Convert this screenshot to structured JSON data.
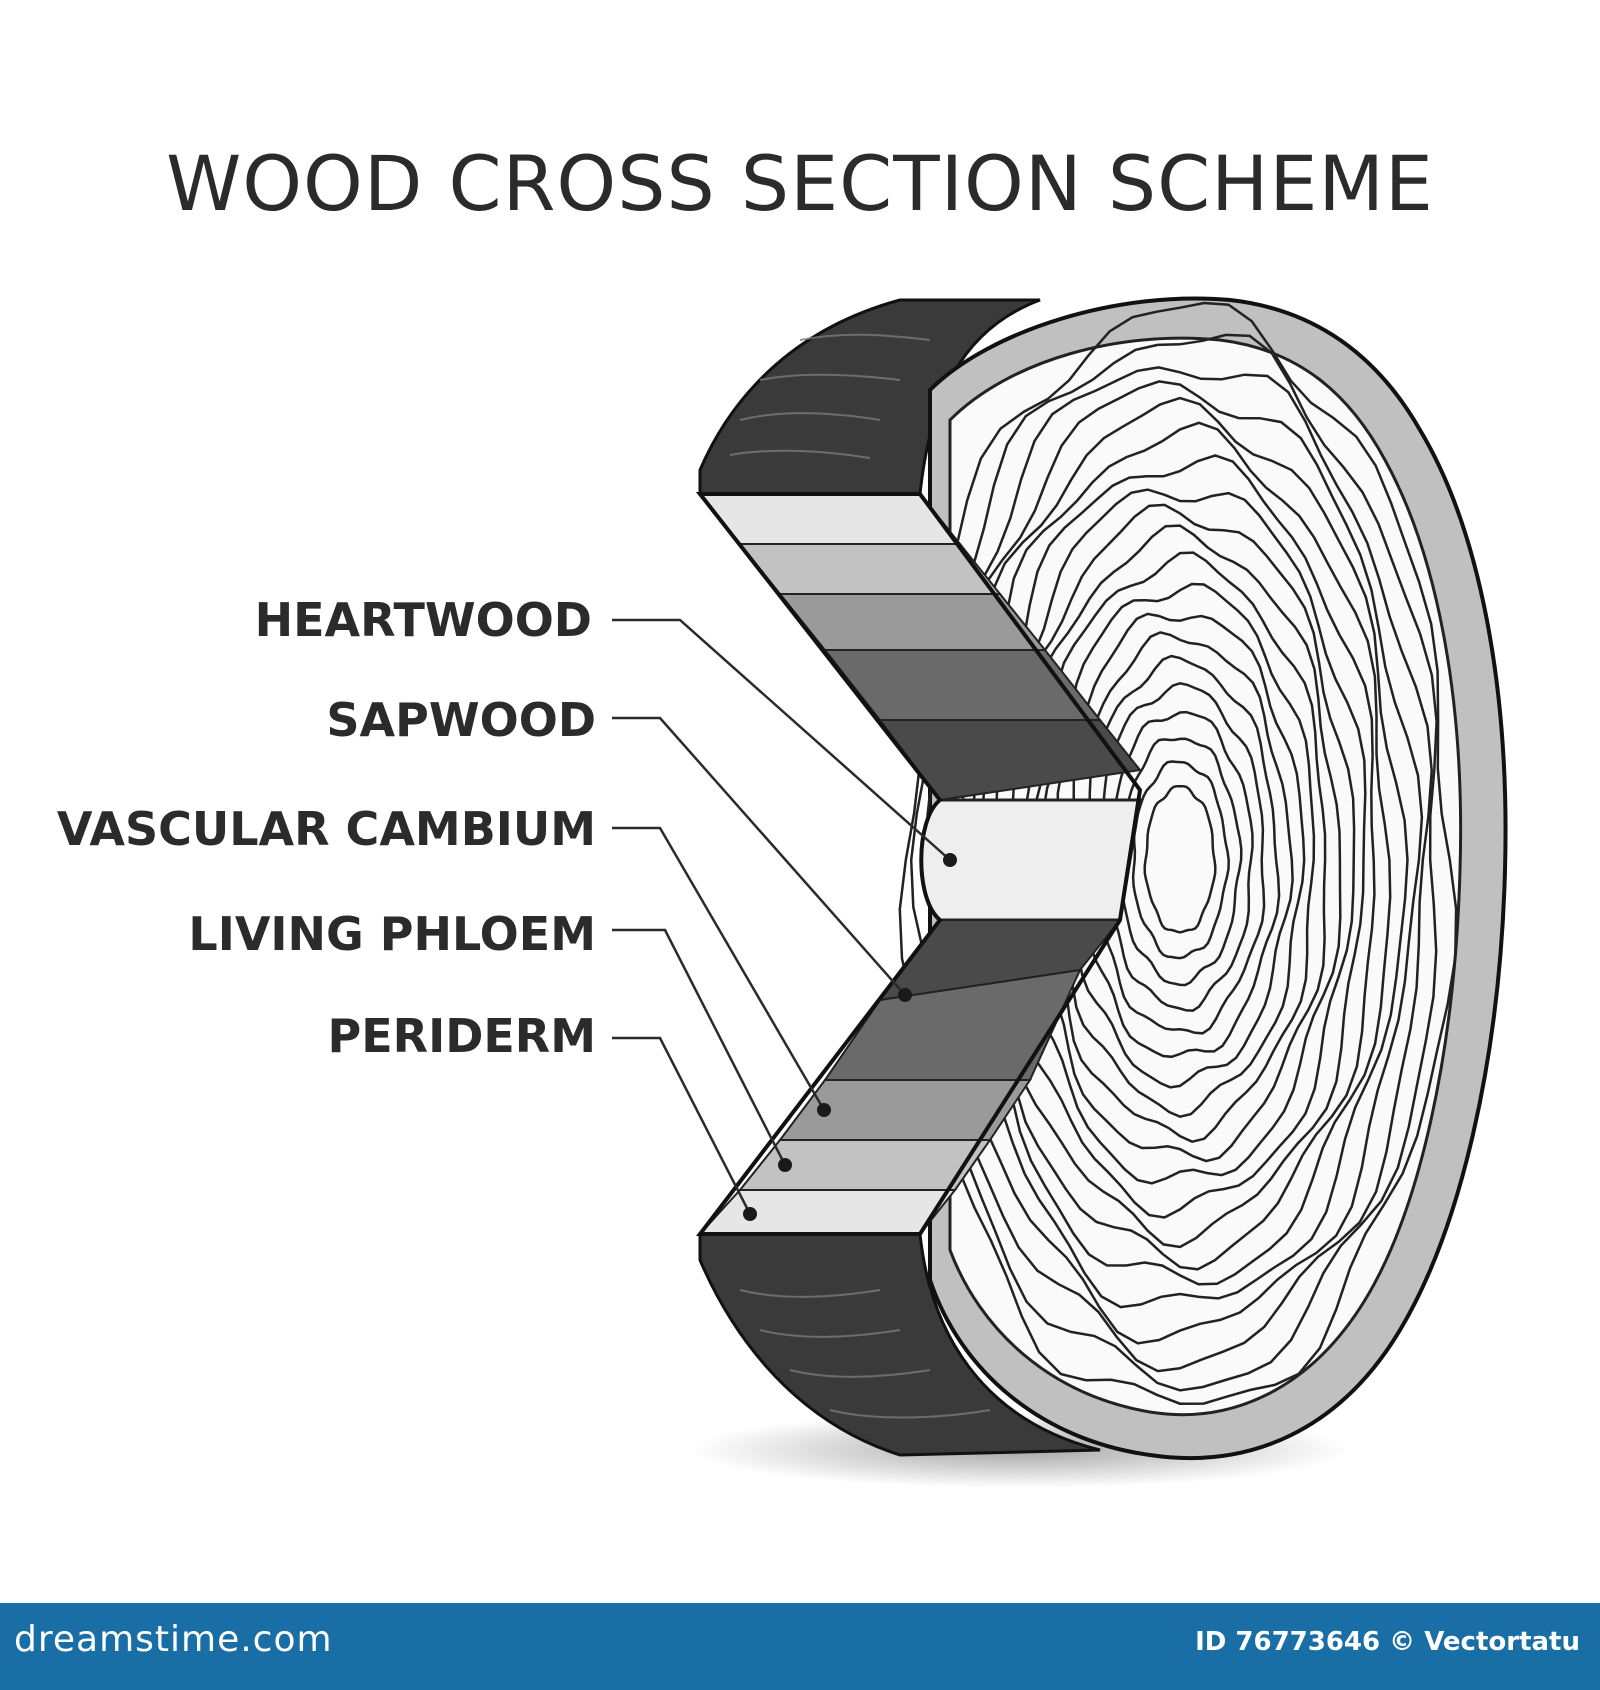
{
  "title": "WOOD CROSS SECTION SCHEME",
  "labels": [
    {
      "id": "heartwood",
      "text": "HEARTWOOD"
    },
    {
      "id": "sapwood",
      "text": "SAPWOOD"
    },
    {
      "id": "vascular-cambium",
      "text": "VASCULAR CAMBIUM"
    },
    {
      "id": "living-phloem",
      "text": "LIVING PHLOEM"
    },
    {
      "id": "periderm",
      "text": "PERIDERM"
    }
  ],
  "footer": {
    "brand": "dreamstime.com",
    "credit": "ID 76773646 © Vectortatu"
  },
  "colors": {
    "bark": "#3a3a3a",
    "periderm": "#e6e6e6",
    "living_phloem": "#c2c2c2",
    "vascular_cambium": "#9a9a9a",
    "sapwood": "#6a6a6a",
    "heartwood": "#4a4a4a",
    "pith": "#eeeeee",
    "face_rim": "#c0c0c0",
    "footer_bar": "#1a6ea6"
  }
}
